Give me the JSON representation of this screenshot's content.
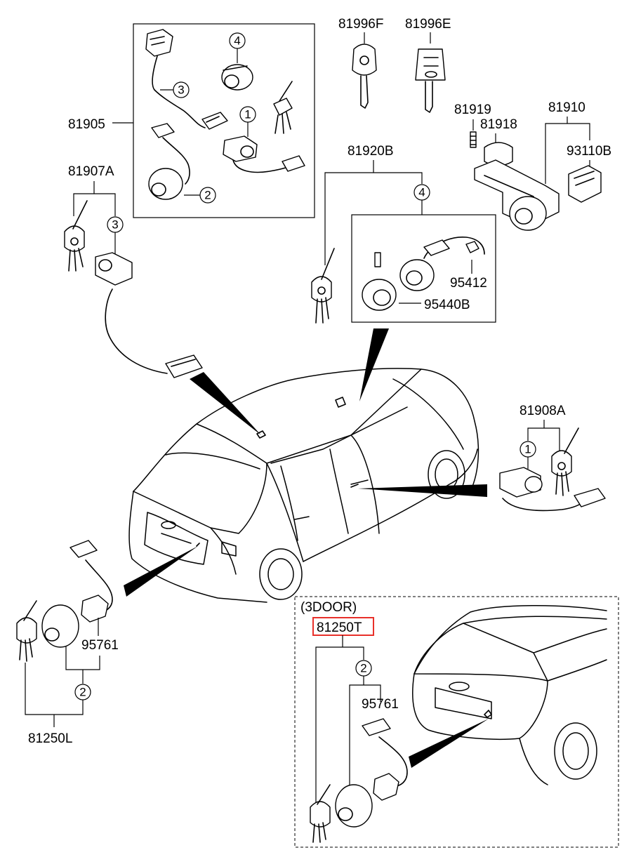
{
  "labels": {
    "p81905": "81905",
    "p81907A": "81907A",
    "p81996F": "81996F",
    "p81996E": "81996E",
    "p81919": "81919",
    "p81918": "81918",
    "p81910": "81910",
    "p93110B": "93110B",
    "p81920B": "81920B",
    "p95412": "95412",
    "p95440B": "95440B",
    "p81908A": "81908A",
    "p95761_left": "95761",
    "p81250L": "81250L",
    "door3": "(3DOOR)",
    "p81250T": "81250T",
    "p95761_right": "95761"
  },
  "callouts": {
    "box_top_c1": "1",
    "box_top_c2": "2",
    "box_top_c3": "3",
    "box_top_c4": "4",
    "c3_left": "3",
    "c4_center": "4",
    "c1_right": "1",
    "c2_left": "2",
    "c2_right": "2"
  },
  "highlight_color": "#e8302a"
}
